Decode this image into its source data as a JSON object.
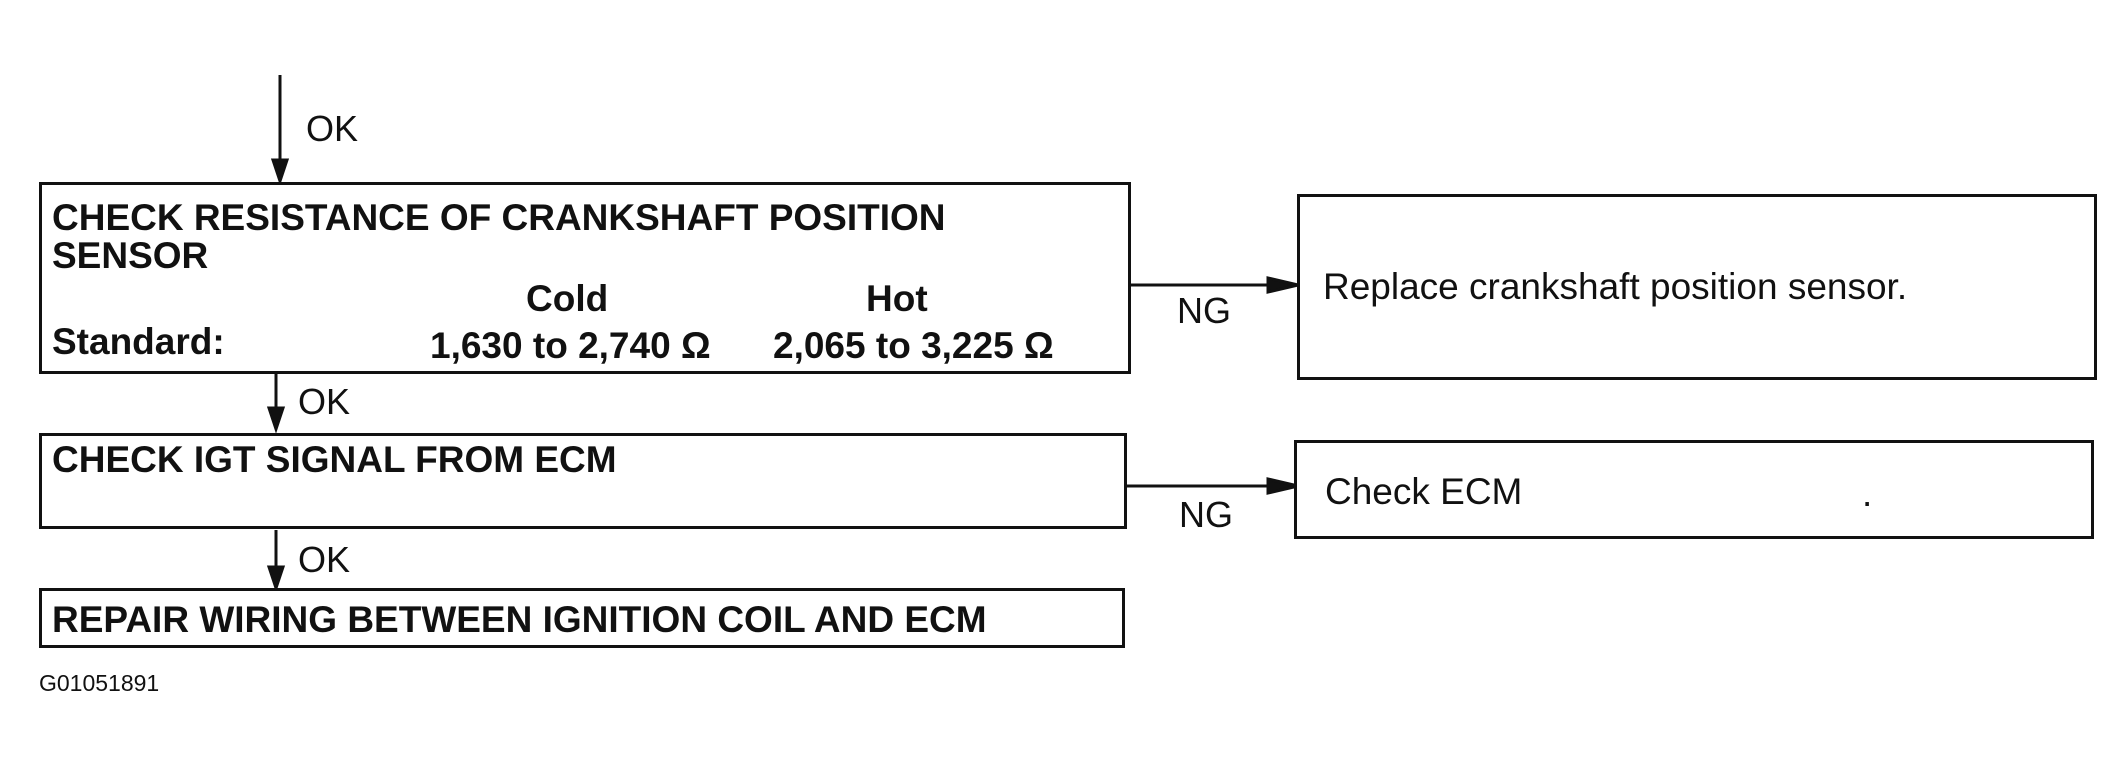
{
  "flowchart": {
    "entry_label": "OK",
    "step_1": {
      "title_line_1": "CHECK RESISTANCE OF CRANKSHAFT POSITION",
      "title_line_2": "SENSOR",
      "standard_label": "Standard:",
      "cold_header": "Cold",
      "hot_header": "Hot",
      "cold_value": "1,630 to 2,740 Ω",
      "hot_value": "2,065 to 3,225 Ω",
      "ng_label": "NG",
      "ng_result": "Replace crankshaft position sensor.",
      "ok_label": "OK"
    },
    "step_2": {
      "title": "CHECK IGT SIGNAL FROM ECM",
      "ng_label": "NG",
      "ng_result": "Check ECM",
      "ng_result_mark": ".",
      "ok_label": "OK"
    },
    "step_3": {
      "title": "REPAIR WIRING BETWEEN IGNITION COIL AND ECM"
    },
    "figure_code": "G01051891"
  }
}
